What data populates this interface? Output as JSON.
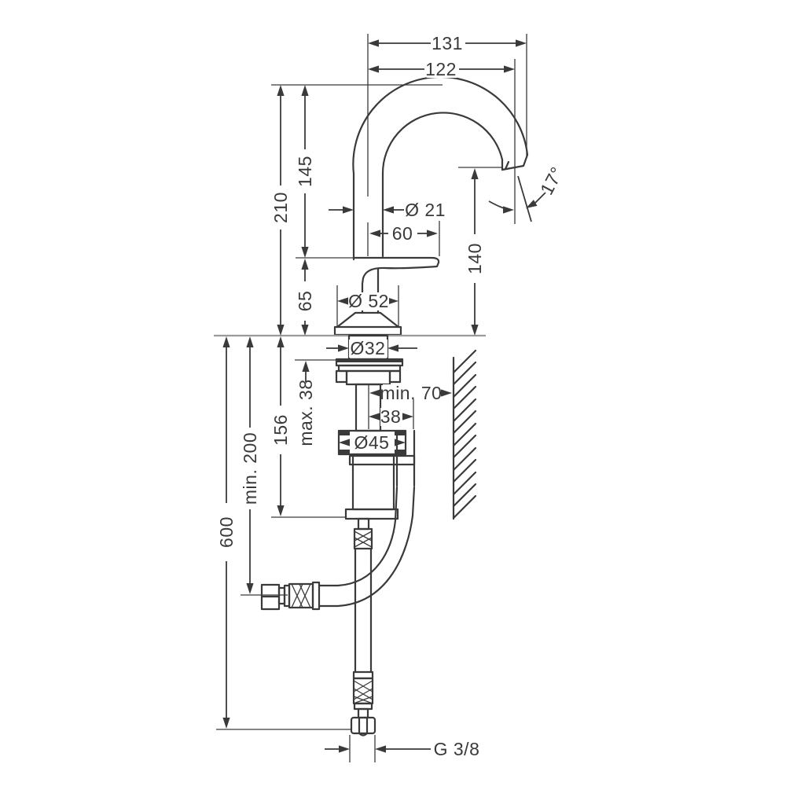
{
  "drawing": {
    "type": "technical-dimension-drawing",
    "subject": "single-lever basin faucet with swivel spout, mounting shank and supply hoses"
  },
  "colors": {
    "line": "#3a3a3a",
    "deck_line": "#9a9a9a",
    "background": "#ffffff"
  },
  "dims": {
    "width_overall": "131",
    "width_spout": "122",
    "height_spout": "145",
    "height_total": "210",
    "height_body": "65",
    "spout_pipe_diameter": "Ø 21",
    "handle_length": "60",
    "outlet_height": "140",
    "outlet_angle": "17°",
    "base_diameter": "Ø 52",
    "shank_diameter": "Ø32",
    "max_deck_thickness": "max. 38",
    "min_wall_clearance": "min. 70",
    "hose_offset": "38",
    "valve_diameter": "Ø45",
    "depth_below_deck": "156",
    "min_depth_clearance": "min. 200",
    "hose_length": "600",
    "thread": "G 3/8"
  }
}
